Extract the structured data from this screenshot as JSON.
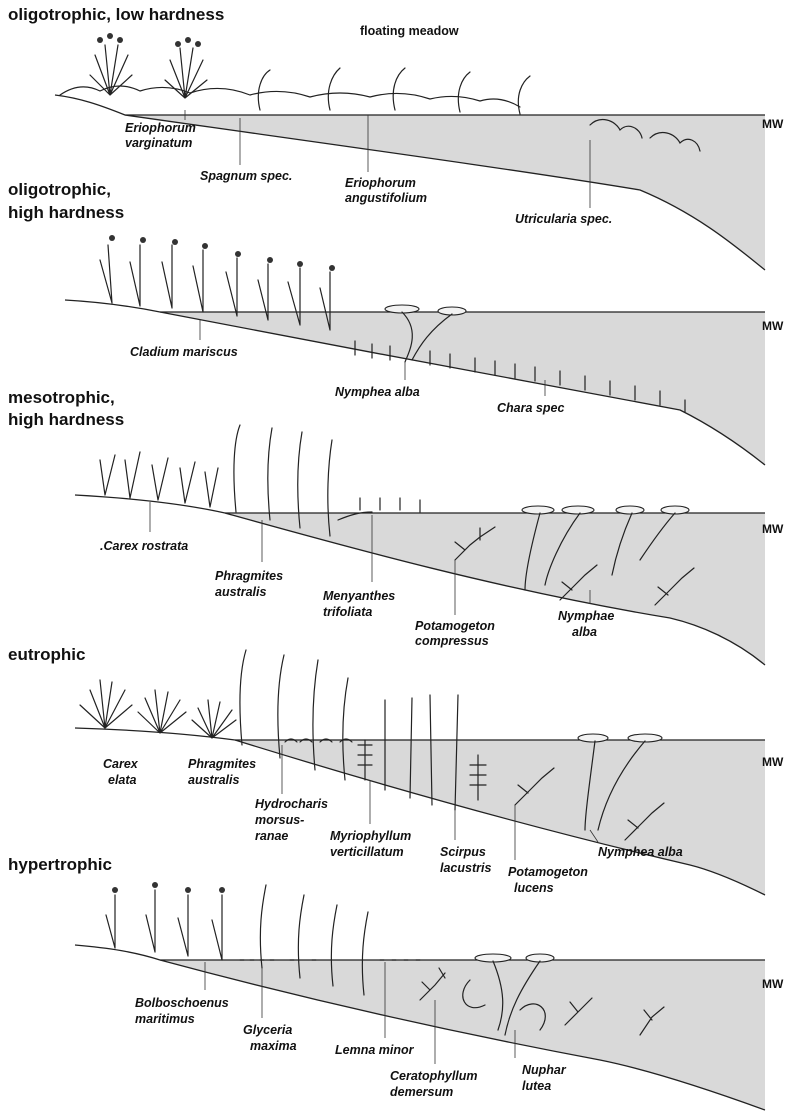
{
  "sections": [
    {
      "title": "oligotrophic, low hardness",
      "note": "floating meadow",
      "mw": "MW",
      "labels": [
        "Eriophorum",
        "varginatum",
        "Spagnum spec.",
        "Eriophorum",
        "angustifolium",
        "Utricularia spec."
      ]
    },
    {
      "title_line1": "oligotrophic,",
      "title_line2": "high hardness",
      "mw": "MW",
      "labels": [
        "Cladium mariscus",
        "Nymphea alba",
        "Chara spec"
      ]
    },
    {
      "title_line1": "mesotrophic,",
      "title_line2": "high hardness",
      "mw": "MW",
      "labels": [
        ".Carex rostrata",
        "Phragmites",
        "australis",
        "Menyanthes",
        "trifoliata",
        "Potamogeton",
        "compressus",
        "Nymphae",
        "alba"
      ]
    },
    {
      "title": "eutrophic",
      "mw": "MW",
      "labels": [
        "Carex",
        "elata",
        "Phragmites",
        "australis",
        "Hydrocharis",
        "morsus-",
        "ranae",
        "Myriophyllum",
        "verticillatum",
        "Scirpus",
        "lacustris",
        "Potamogeton",
        "lucens",
        "Nymphea alba"
      ]
    },
    {
      "title": "hypertrophic",
      "mw": "MW",
      "labels": [
        "Bolboschoenus",
        "maritimus",
        "Glyceria",
        "maxima",
        "Lemna minor",
        "Ceratophyllum",
        "demersum",
        "Nuphar",
        "lutea"
      ]
    }
  ]
}
